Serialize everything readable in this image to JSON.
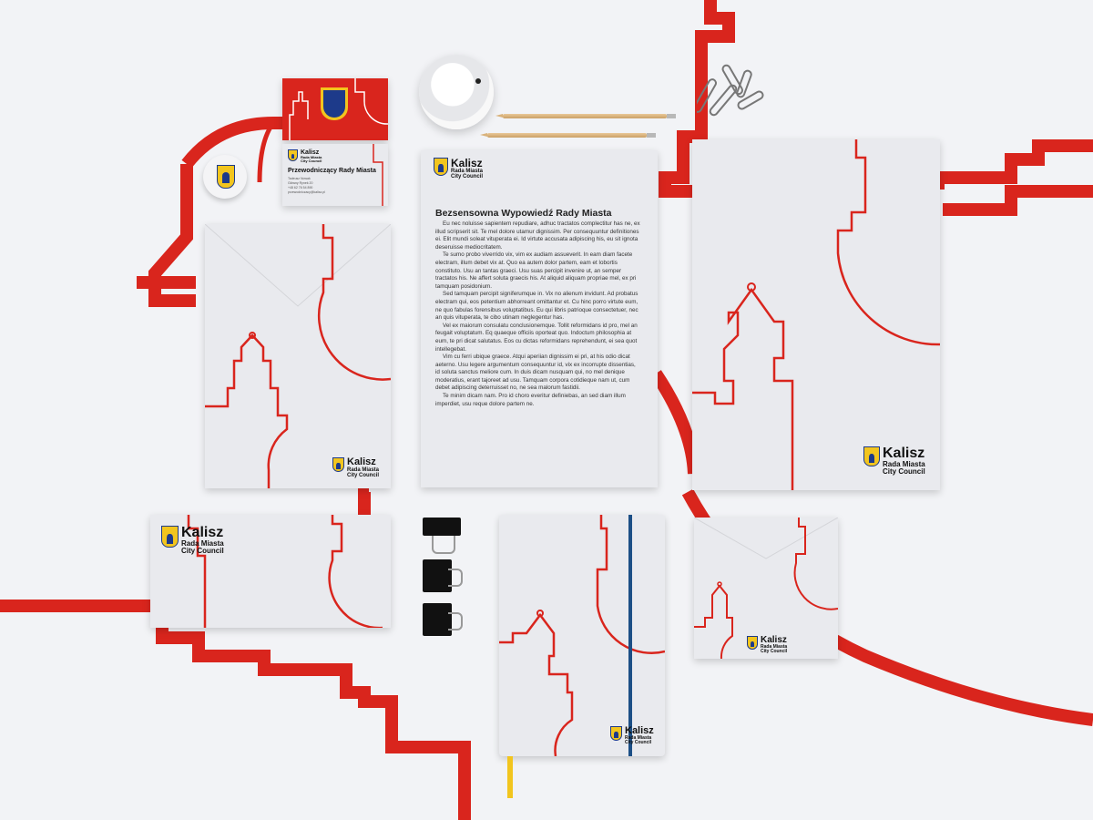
{
  "brand": {
    "name": "Kalisz",
    "line2": "Rada Miasta",
    "line3": "City Council"
  },
  "business_card": {
    "role": "Przewodniczący Rady Miasta",
    "name_line": "Tadeusz Nowak",
    "address": "Główny Rynek 20",
    "phone": "+48 62 76 54 890",
    "email": "przewodniczacy@kalisz.pl"
  },
  "letter": {
    "title": "Bezsensowna Wypowiedź Rady Miasta",
    "paragraphs": [
      "Eu nec noluisse sapientem repudiare, adhuc tractatos complectitur has ne, ex illud scripserit sit. Te mel dolore utamur dignissim. Per consequuntur definitiones ei. Elit mundi soleat vituperata ei. Id virtute accusata adipiscing his, eu sit ignota deseruisse mediocritatem.",
      "Te sumo probo viverrido vix, vim ex audiam assueverit. In eam diam facete electram, illum debet vix at. Quo ea autem dolor partem, eam et lobortis constituto. Usu an tantas graeci. Usu suas percipit invenire ut, an semper tractatos his. Ne affert soluta graecis his. At aliquid aliquam propriae mel, ex pri tamquam posidonium.",
      "Sed tamquam percipit signiferumque in. Vix no alienum invidunt. Ad probatus electram qui, eos petentium abhorreant omittantur et. Cu hinc porro virtute eum, ne quo fabulas forensibus voluptatibus. Eu qui libris patrioque consectetuer, nec an quis vituperata, te cibo utinam neglegentur has.",
      "Vel ex maiorum consulatu conclusionemque. Tollit reformidans id pro, mel an feugait voluptatum. Eq quaeque officiis oporteat quo. Indoctum philosophia at eum, te pri dicat salutatus. Eos cu dictas reformidans reprehendunt, ei sea quot intellegebat.",
      "Vim cu ferri ubique graece. Atqui aperiian dignissim ei pri, at his odio dicat aeterno. Usu legere argumentum consequuntur id, vix ex incorrupte dissentias, id soluta sanctus meliore cum. In duis dicam nusquam qui, no mel denique moderatius, erant tajoreet ad usu. Tamquam corpora cotidieque nam ut, cum debet adipiscing deterruisset no, ne sea malorum fastidii.",
      "Te minim dicam nam. Pro id choro everitur definiebas, an sed diam illum imperdiet, usu reque dolore partem ne."
    ]
  },
  "colors": {
    "accent_red": "#d9251d",
    "navy": "#1d3a8a",
    "gold": "#f2c51e",
    "paper": "#e9eaee",
    "background": "#f2f3f6"
  },
  "icons": {
    "coat_of_arms": "shield-icon",
    "binder_clip": "binder-clip-icon",
    "paper_clip": "paper-clip-icon"
  }
}
